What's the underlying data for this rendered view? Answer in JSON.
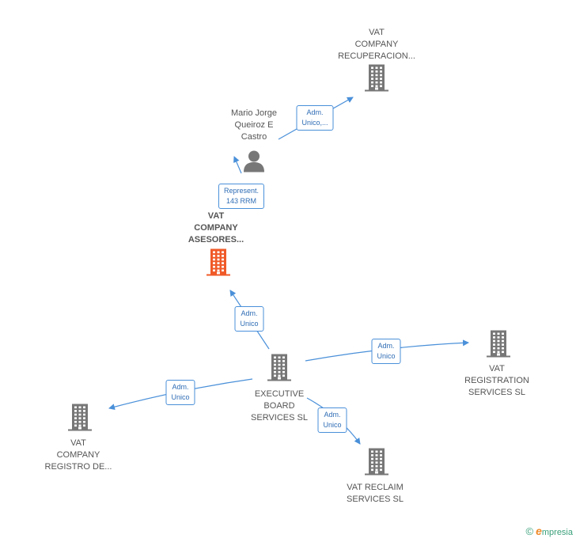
{
  "nodes": [
    {
      "id": "vat-recuperacion",
      "type": "company",
      "label": "VAT\nCOMPANY\nRECUPERACION...",
      "color": "#777777",
      "main": false
    },
    {
      "id": "mario",
      "type": "person",
      "label": "Mario Jorge\nQueiroz E\nCastro",
      "color": "#777777",
      "main": false
    },
    {
      "id": "vat-asesores",
      "type": "company",
      "label": "VAT\nCOMPANY\nASESORES...",
      "color": "#f05a28",
      "main": true
    },
    {
      "id": "executive-board",
      "type": "company",
      "label": "EXECUTIVE\nBOARD\nSERVICES SL",
      "color": "#777777",
      "main": false
    },
    {
      "id": "vat-registration",
      "type": "company",
      "label": "VAT\nREGISTRATION\nSERVICES SL",
      "color": "#777777",
      "main": false
    },
    {
      "id": "vat-registro",
      "type": "company",
      "label": "VAT\nCOMPANY\nREGISTRO DE...",
      "color": "#777777",
      "main": false
    },
    {
      "id": "vat-reclaim",
      "type": "company",
      "label": "VAT RECLAIM\nSERVICES SL",
      "color": "#777777",
      "main": false
    }
  ],
  "edges": [
    {
      "from": "mario",
      "to": "vat-recuperacion",
      "label": "Adm.\nUnico,..."
    },
    {
      "from": "vat-asesores",
      "to": "mario",
      "label": "Represent.\n143 RRM"
    },
    {
      "from": "executive-board",
      "to": "vat-asesores",
      "label": "Adm.\nUnico"
    },
    {
      "from": "executive-board",
      "to": "vat-registration",
      "label": "Adm.\nUnico"
    },
    {
      "from": "executive-board",
      "to": "vat-registro",
      "label": "Adm.\nUnico"
    },
    {
      "from": "executive-board",
      "to": "vat-reclaim",
      "label": "Adm.\nUnico"
    }
  ],
  "colors": {
    "edge": "#4a90d9",
    "edge_text": "#2f6db5",
    "node_gray": "#777777",
    "node_main": "#f05a28"
  },
  "footer": {
    "copyright": "©",
    "brand_first": "e",
    "brand_rest": "mpresia"
  }
}
